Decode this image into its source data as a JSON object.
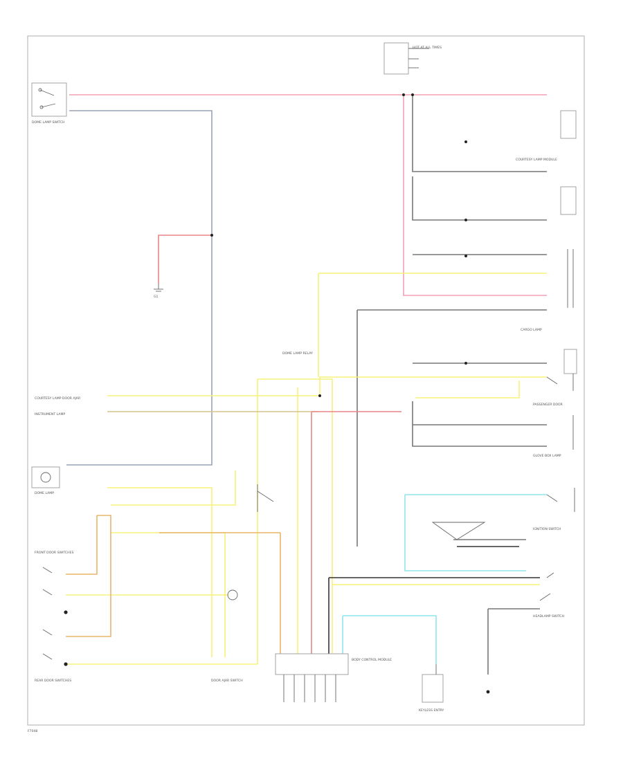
{
  "colors": {
    "pink_wire": "#f4a0b4",
    "yellow_wire": "#f7f27a",
    "gray_wire": "#9aa2b6",
    "dark_wire": "#777777",
    "cyan_wire": "#8fe6ec",
    "red_wire": "#e98585",
    "orange_wire": "#e8b66a"
  },
  "labels": {
    "footer": "F7048",
    "dome_lamp_switch": "DOME LAMP SWITCH",
    "hot_at_all_times": "HOT AT ALL TIMES",
    "instrument_lamp": "INSTRUMENT LAMP",
    "courtesy_lamp_module": "COURTESY LAMP MODULE",
    "courtesy_lamp_door_ajar": "COURTESY LAMP DOOR AJAR",
    "dome_lamp": "DOME LAMP",
    "ground": "G1",
    "door_ajar_switch": "DOOR AJAR SWITCH",
    "dome_lamp_relay": "DOME LAMP RELAY",
    "cargo_lamp": "CARGO LAMP",
    "passenger_door": "PASSENGER DOOR",
    "glove_box_lamp": "GLOVE BOX LAMP",
    "ignition_switch": "IGNITION SWITCH",
    "headlamp_switch": "HEADLAMP SWITCH",
    "body_control_module": "BODY CONTROL MODULE",
    "keyless_entry": "KEYLESS ENTRY",
    "rear_door_switches": "REAR DOOR SWITCHES",
    "front_door_switches": "FRONT DOOR SWITCHES"
  }
}
